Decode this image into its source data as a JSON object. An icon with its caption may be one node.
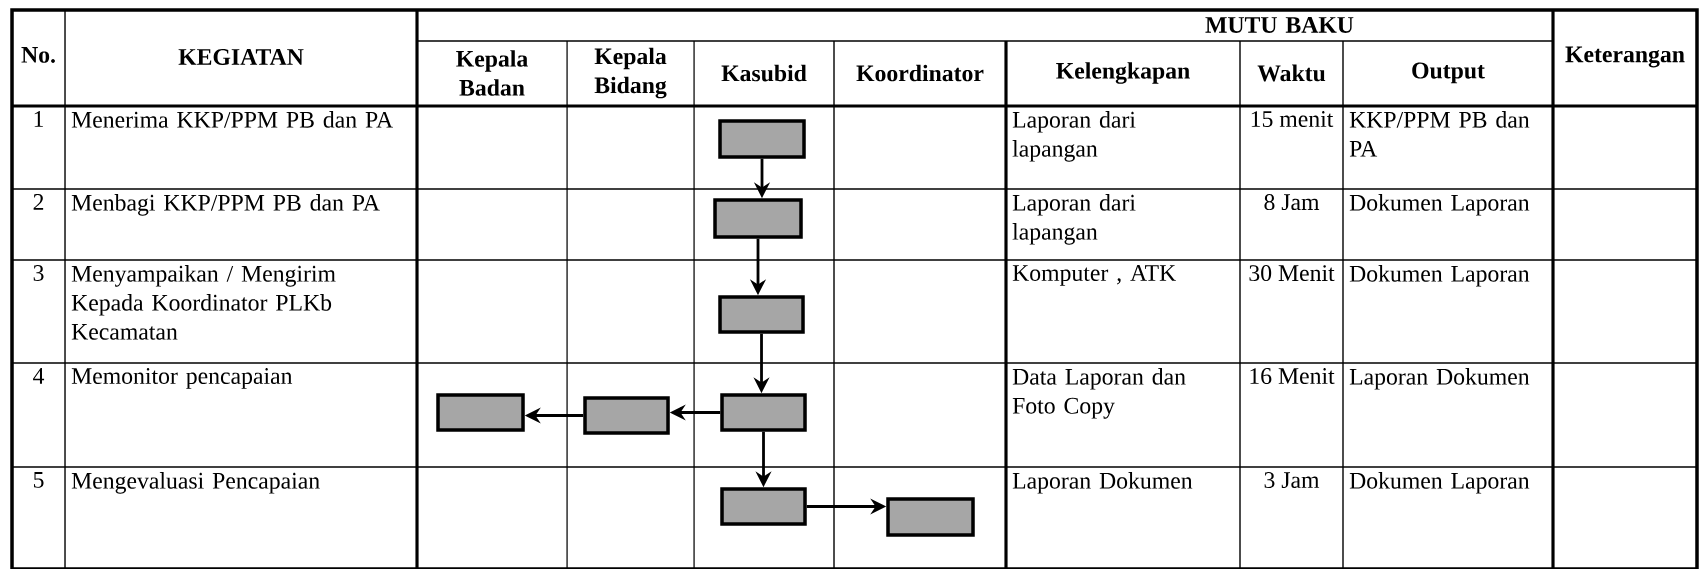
{
  "diagram": {
    "nodes": [
      {
        "text": [],
        "shape": "box"
      },
      {
        "text": [],
        "shape": "box"
      },
      {
        "text": [],
        "shape": "box"
      },
      {
        "text": [],
        "shape": "box"
      },
      {
        "text": [],
        "shape": "box"
      },
      {
        "text": [],
        "shape": "box"
      },
      {
        "text": [],
        "shape": "box"
      },
      {
        "text": [],
        "shape": "box"
      }
    ],
    "edges": [
      {
        "from": 0,
        "to": 1,
        "arrow": "to"
      },
      {
        "from": 1,
        "to": 2,
        "arrow": "to"
      },
      {
        "from": 2,
        "to": 5,
        "arrow": "to"
      },
      {
        "from": 5,
        "to": 4,
        "arrow": "to"
      },
      {
        "from": 4,
        "to": 3,
        "arrow": "to"
      },
      {
        "from": 5,
        "to": 6,
        "arrow": "to"
      },
      {
        "from": 6,
        "to": 7,
        "arrow": "to"
      }
    ],
    "labels": [
      "No.",
      "KEGIATAN",
      "MUTU BAKU",
      "Keterangan",
      "Kepala Badan",
      "Kepala Bidang",
      "Kasubid",
      "Koordinator",
      "Kelengkapan",
      "Waktu",
      "Output",
      "1",
      "Menerima KKP/PPM PB dan PA",
      "Laporan dari lapangan",
      "15 menit",
      "KKP/PPM PB dan PA",
      "2",
      "Menbagi KKP/PPM PB dan PA",
      "Laporan dari lapangan",
      "8 Jam",
      "Dokumen Laporan",
      "3",
      "Menyampaikan / Mengirim Kepada Koordinator PLKb Kecamatan",
      "Komputer , ATK",
      "30 Menit",
      "Dokumen Laporan",
      "4",
      "Memonitor pencapaian",
      "Data Laporan dan Foto Copy",
      "16 Menit",
      "Laporan Dokumen",
      "5",
      "Mengevaluasi Pencapaian",
      "Laporan Dokumen",
      "3 Jam",
      "Dokumen Laporan"
    ]
  }
}
